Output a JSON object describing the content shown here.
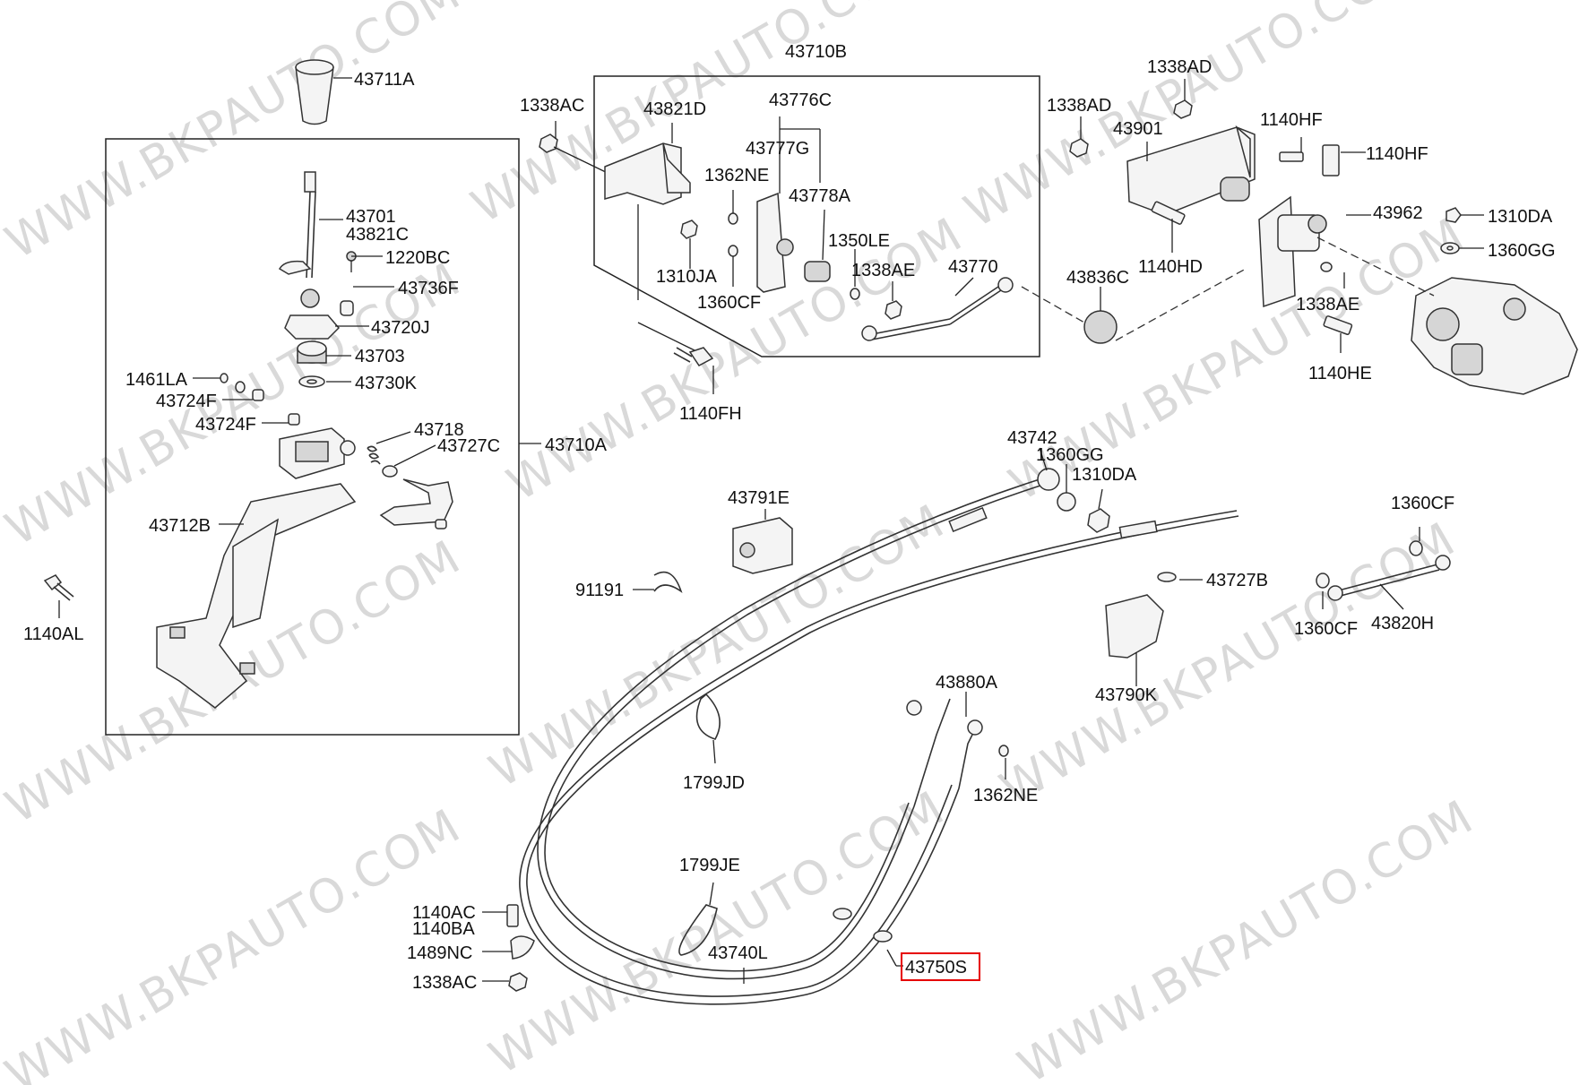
{
  "watermark": "WWW.BKPAUTO.COM",
  "highlight_color": "#e60000",
  "labels": {
    "43711A": "43711A",
    "43701": "43701",
    "43821C": "43821C",
    "1220BC": "1220BC",
    "43736F": "43736F",
    "43720J": "43720J",
    "43703": "43703",
    "43730K": "43730K",
    "1461LA": "1461LA",
    "43724F_a": "43724F",
    "43724F_b": "43724F",
    "43718": "43718",
    "43727C": "43727C",
    "43710A": "43710A",
    "43712B": "43712B",
    "1140AL": "1140AL",
    "43710B": "43710B",
    "1338AC_top": "1338AC",
    "43821D": "43821D",
    "43776C": "43776C",
    "43777G": "43777G",
    "1362NE_top": "1362NE",
    "43778A": "43778A",
    "1350LE": "1350LE",
    "1310JA": "1310JA",
    "1338AE_mid": "1338AE",
    "43770": "43770",
    "1360CF_mid": "1360CF",
    "1140FH": "1140FH",
    "1338AD_a": "1338AD",
    "1338AD_b": "1338AD",
    "43901": "43901",
    "1140HF_a": "1140HF",
    "1140HF_b": "1140HF",
    "43962": "43962",
    "1310DA_top": "1310DA",
    "1360GG_top": "1360GG",
    "43836C": "43836C",
    "1140HD": "1140HD",
    "1338AE_right": "1338AE",
    "1140HE": "1140HE",
    "43742": "43742",
    "1360GG_mid": "1360GG",
    "1310DA_mid": "1310DA",
    "43791E": "43791E",
    "91191": "91191",
    "43727B": "43727B",
    "1360CF_a": "1360CF",
    "43790K": "43790K",
    "1360CF_b": "1360CF",
    "43820H": "43820H",
    "43880A": "43880A",
    "1362NE_low": "1362NE",
    "1799JD": "1799JD",
    "1799JE": "1799JE",
    "1140AC": "1140AC",
    "1140BA": "1140BA",
    "1489NC": "1489NC",
    "1338AC_low": "1338AC",
    "43740L": "43740L",
    "43750S": "43750S"
  }
}
